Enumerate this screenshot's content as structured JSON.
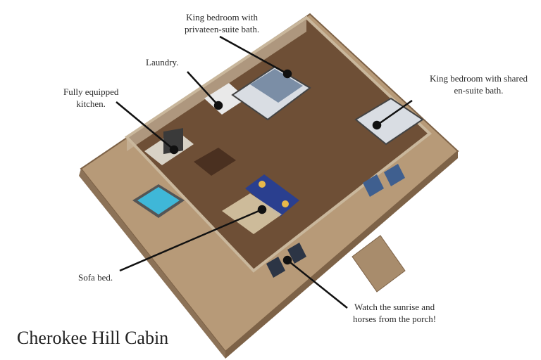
{
  "title": "Cherokee Hill Cabin",
  "labels": {
    "king_private": [
      "King bedroom with",
      "privateen-suite bath."
    ],
    "king_shared": [
      "King bedroom with shared",
      "en-suite bath."
    ],
    "laundry": [
      "Laundry."
    ],
    "kitchen": [
      "Fully equipped",
      "kitchen."
    ],
    "sofa": [
      "Sofa bed."
    ],
    "porch": [
      "Watch the sunrise and",
      "horses from the porch!"
    ]
  },
  "colors": {
    "deck": "#b79a78",
    "deck_dark": "#8c7257",
    "floor": "#6e4f36",
    "wall": "#c9b79c",
    "sofa": "#2a3f8f",
    "hot_tub": "#3fb7d8",
    "bed": "#d9dde3",
    "pointer": "#111111"
  }
}
